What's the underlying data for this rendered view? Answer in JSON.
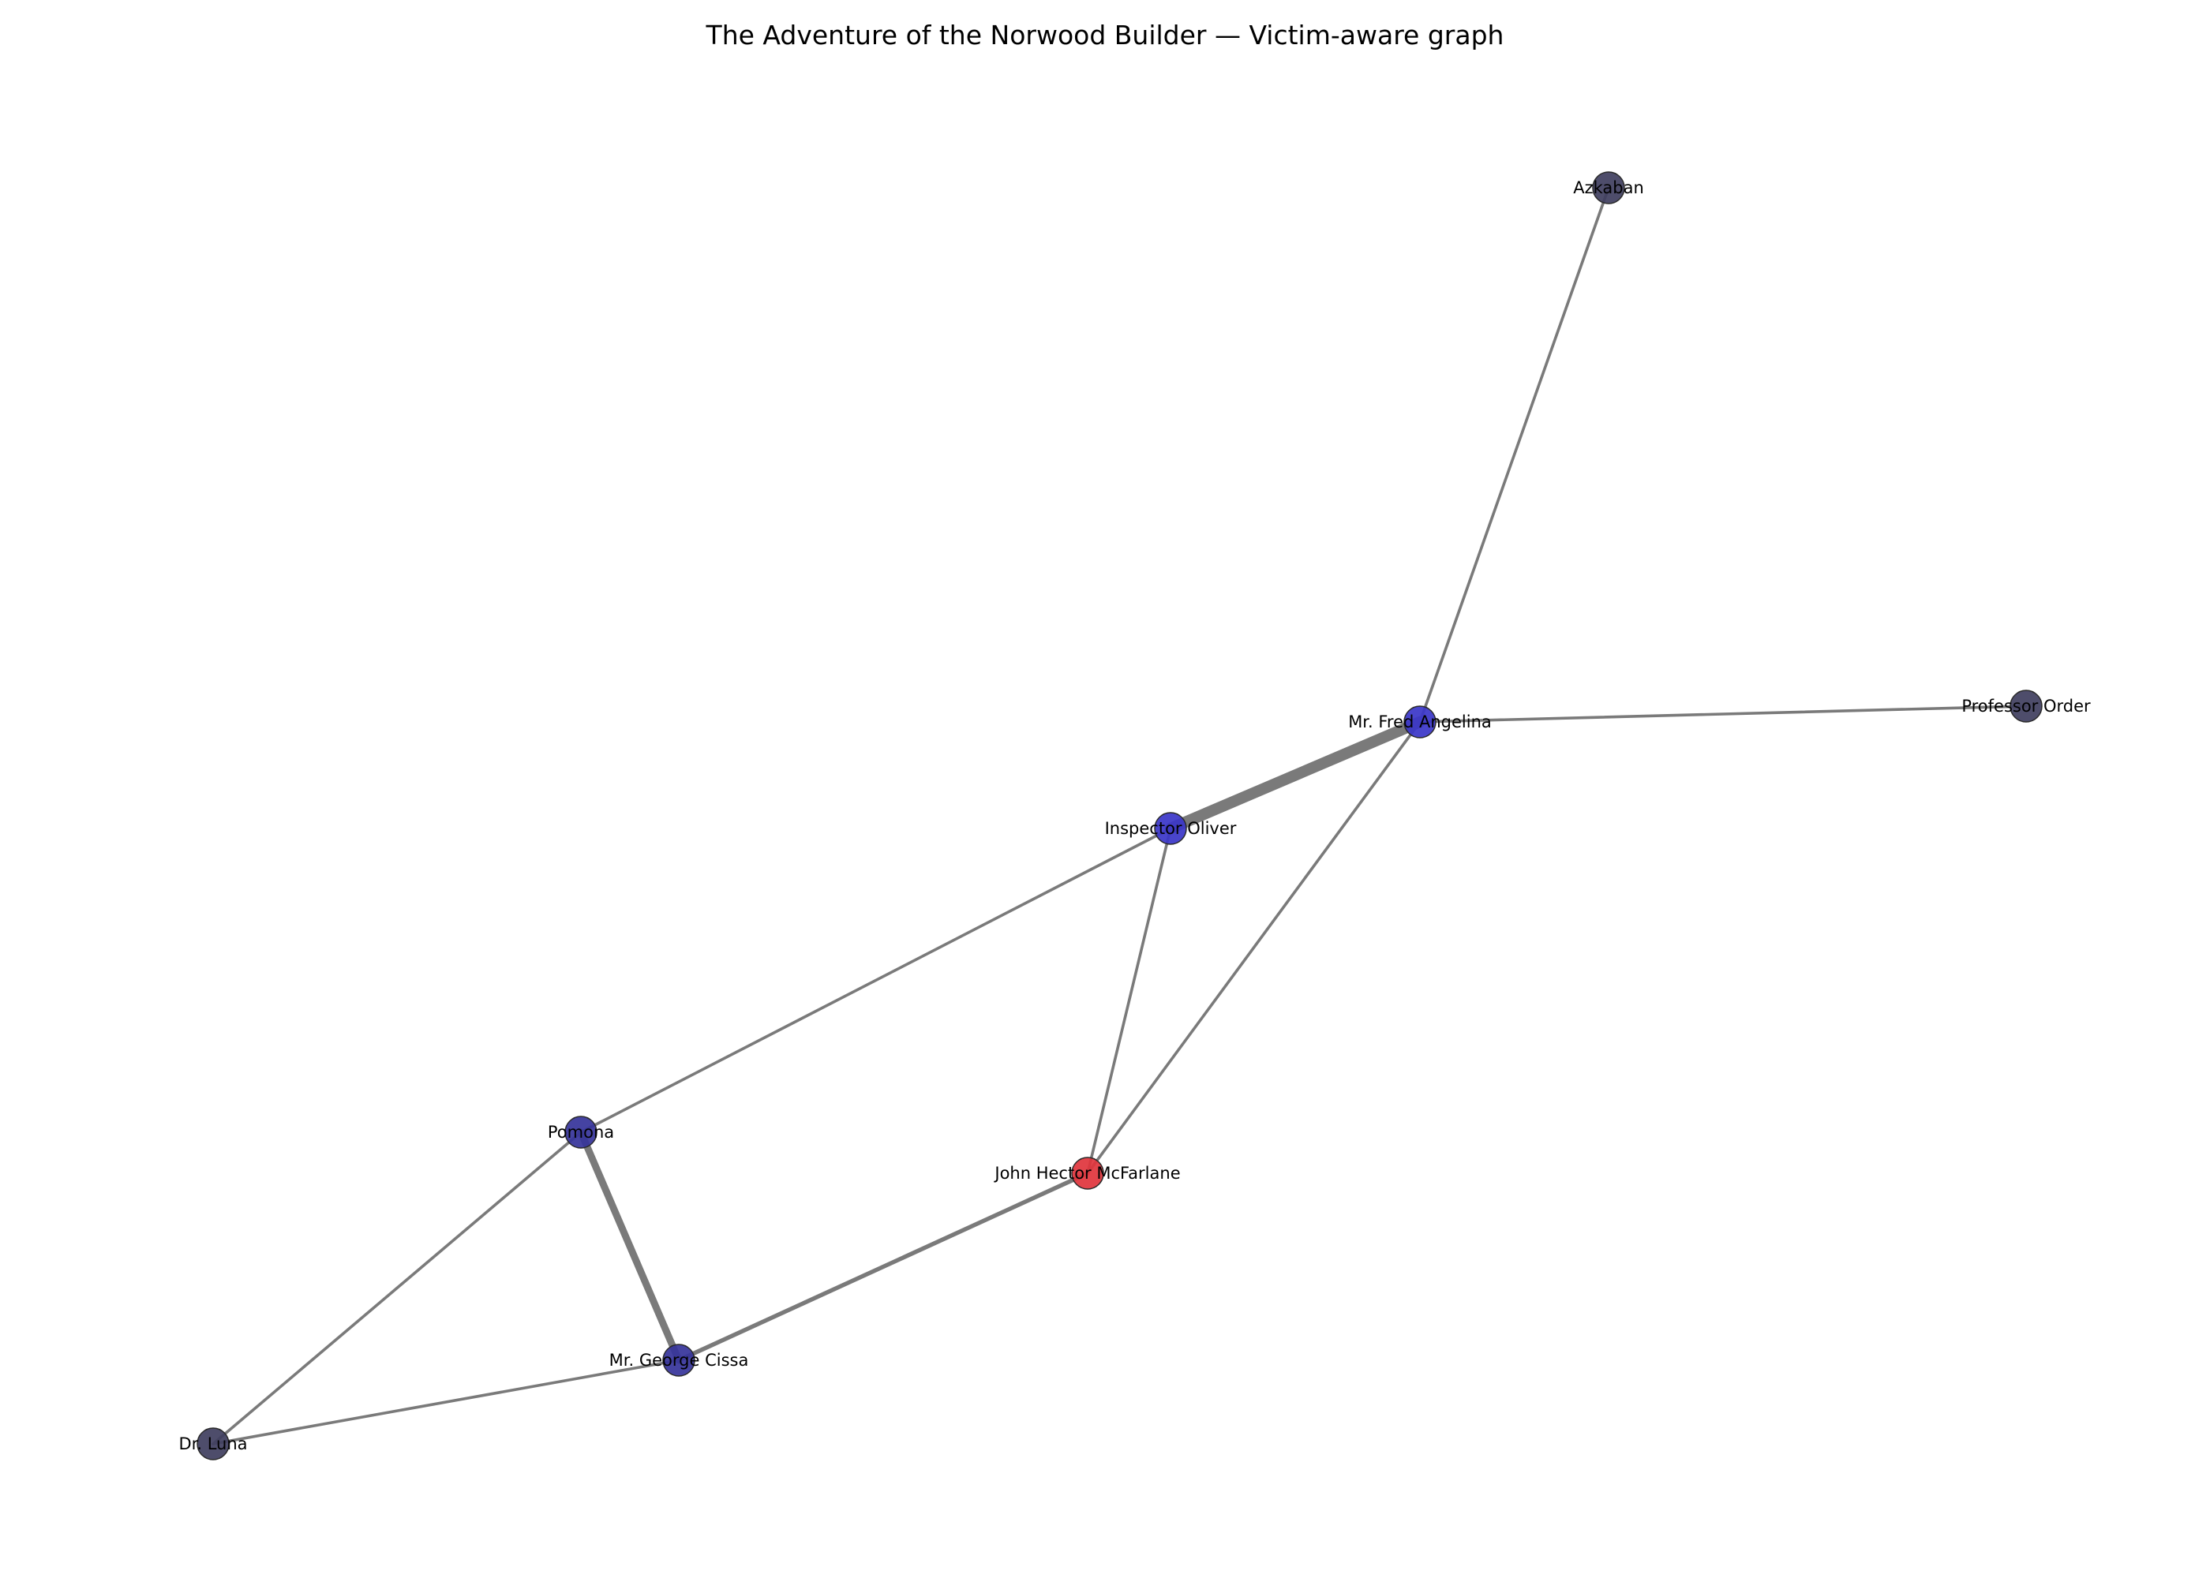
{
  "title": "The Adventure of the Norwood Builder — Victim-aware graph",
  "colors": {
    "victim": "#e0343c",
    "core": "#3a35c8",
    "secondary": "#35339a",
    "peripheral": "#3f3e5e",
    "edge": "#7a7a7a"
  },
  "nodes": [
    {
      "id": "azkaban",
      "label": "Azkaban",
      "group": "peripheral"
    },
    {
      "id": "fred",
      "label": "Mr. Fred Angelina",
      "group": "core"
    },
    {
      "id": "order",
      "label": "Professor Order",
      "group": "peripheral"
    },
    {
      "id": "oliver",
      "label": "Inspector Oliver",
      "group": "core"
    },
    {
      "id": "pomona",
      "label": "Pomona",
      "group": "secondary"
    },
    {
      "id": "mcfarlane",
      "label": "John Hector McFarlane",
      "group": "victim"
    },
    {
      "id": "cissa",
      "label": "Mr. George Cissa",
      "group": "secondary"
    },
    {
      "id": "luna",
      "label": "Dr. Luna",
      "group": "peripheral"
    }
  ],
  "edges": [
    {
      "source": "azkaban",
      "target": "fred",
      "weight": 1
    },
    {
      "source": "fred",
      "target": "order",
      "weight": 1
    },
    {
      "source": "fred",
      "target": "oliver",
      "weight": 4
    },
    {
      "source": "fred",
      "target": "mcfarlane",
      "weight": 1
    },
    {
      "source": "oliver",
      "target": "mcfarlane",
      "weight": 1
    },
    {
      "source": "oliver",
      "target": "pomona",
      "weight": 1
    },
    {
      "source": "pomona",
      "target": "cissa",
      "weight": 2.5
    },
    {
      "source": "pomona",
      "target": "luna",
      "weight": 1
    },
    {
      "source": "cissa",
      "target": "mcfarlane",
      "weight": 1.5
    },
    {
      "source": "cissa",
      "target": "luna",
      "weight": 1
    }
  ]
}
